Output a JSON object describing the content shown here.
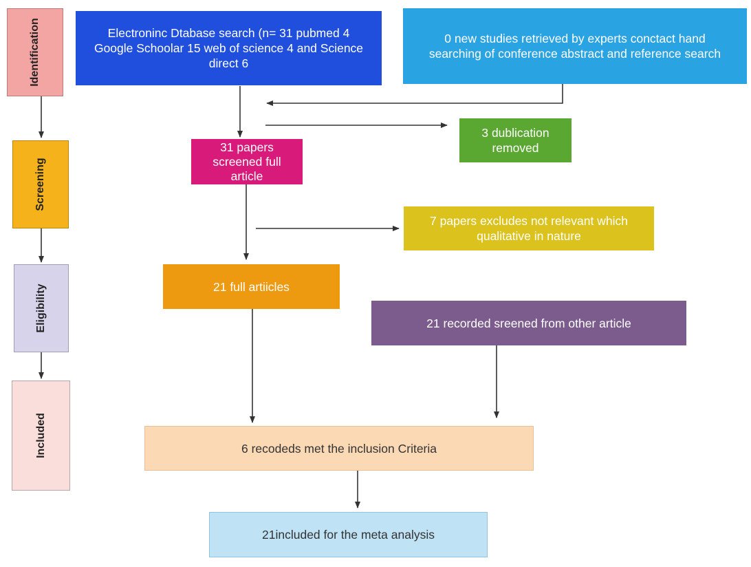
{
  "phases": [
    {
      "key": "identification",
      "label": "Identification",
      "color": "#f3a5a3"
    },
    {
      "key": "screening",
      "label": "Screening",
      "color": "#f5b21a"
    },
    {
      "key": "eligibility",
      "label": "Eligibility",
      "color": "#d6d3ea"
    },
    {
      "key": "included",
      "label": "Included",
      "color": "#f9dedc"
    }
  ],
  "boxes": {
    "database_search": {
      "text": "Electroninc Dtabase search (n= 31 pubmed 4 Google Schoolar 15  web of science 4 and Science direct 6",
      "color": "#1f4fdc"
    },
    "expert_studies": {
      "text": "0 new  studies retrieved  by experts conctact hand searching of conference abstract and reference search",
      "color": "#2aa3e3"
    },
    "screened": {
      "text": "31 papers screened full article",
      "color": "#d81b7b"
    },
    "duplication": {
      "text": "3 dublication removed",
      "color": "#5aa832"
    },
    "excluded": {
      "text": "7 papers excludes not relevant which qualitative in nature",
      "color": "#dcc21c"
    },
    "full_articles": {
      "text": "21 full artiicles",
      "color": "#ee9a10"
    },
    "other_article": {
      "text": "21 recorded sreened from other article",
      "color": "#7b5c8c"
    },
    "inclusion": {
      "text": "6 recodeds met the inclusion Criteria",
      "color": "#fbd9b5"
    },
    "meta": {
      "text": "21included for the meta analysis",
      "color": "#bfe2f5"
    }
  }
}
